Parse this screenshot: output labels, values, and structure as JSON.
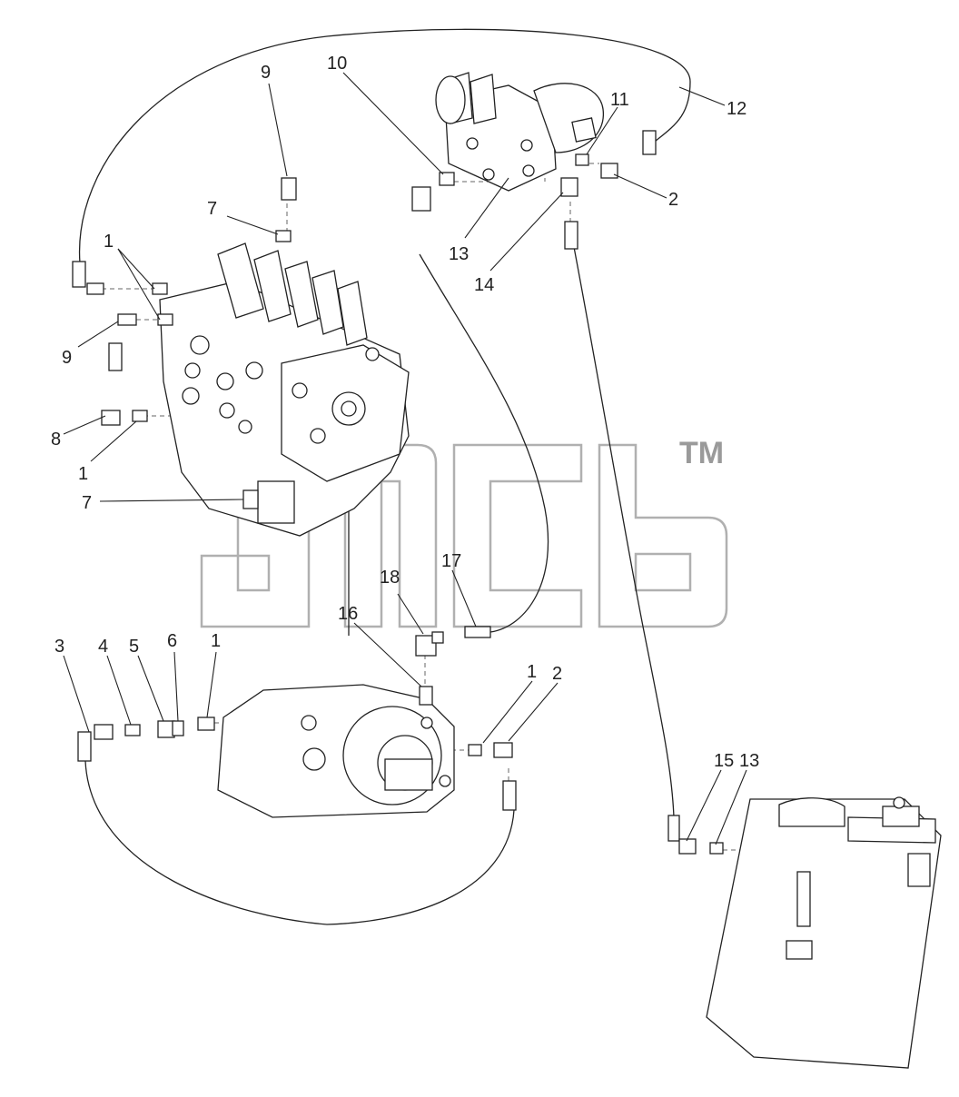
{
  "watermark": {
    "mark": "TM"
  },
  "callouts": [
    {
      "id": "c9a",
      "label": "9"
    },
    {
      "id": "c10",
      "label": "10"
    },
    {
      "id": "c11",
      "label": "11"
    },
    {
      "id": "c12",
      "label": "12"
    },
    {
      "id": "c7a",
      "label": "7"
    },
    {
      "id": "c2a",
      "label": "2"
    },
    {
      "id": "c1a",
      "label": "1"
    },
    {
      "id": "c13a",
      "label": "13"
    },
    {
      "id": "c14",
      "label": "14"
    },
    {
      "id": "c9b",
      "label": "9"
    },
    {
      "id": "c8",
      "label": "8"
    },
    {
      "id": "c1b",
      "label": "1"
    },
    {
      "id": "c7b",
      "label": "7"
    },
    {
      "id": "c18",
      "label": "18"
    },
    {
      "id": "c17",
      "label": "17"
    },
    {
      "id": "c16",
      "label": "16"
    },
    {
      "id": "c3",
      "label": "3"
    },
    {
      "id": "c4",
      "label": "4"
    },
    {
      "id": "c5",
      "label": "5"
    },
    {
      "id": "c6",
      "label": "6"
    },
    {
      "id": "c1c",
      "label": "1"
    },
    {
      "id": "c1d",
      "label": "1"
    },
    {
      "id": "c2b",
      "label": "2"
    },
    {
      "id": "c15",
      "label": "15"
    },
    {
      "id": "c13b",
      "label": "13"
    }
  ]
}
